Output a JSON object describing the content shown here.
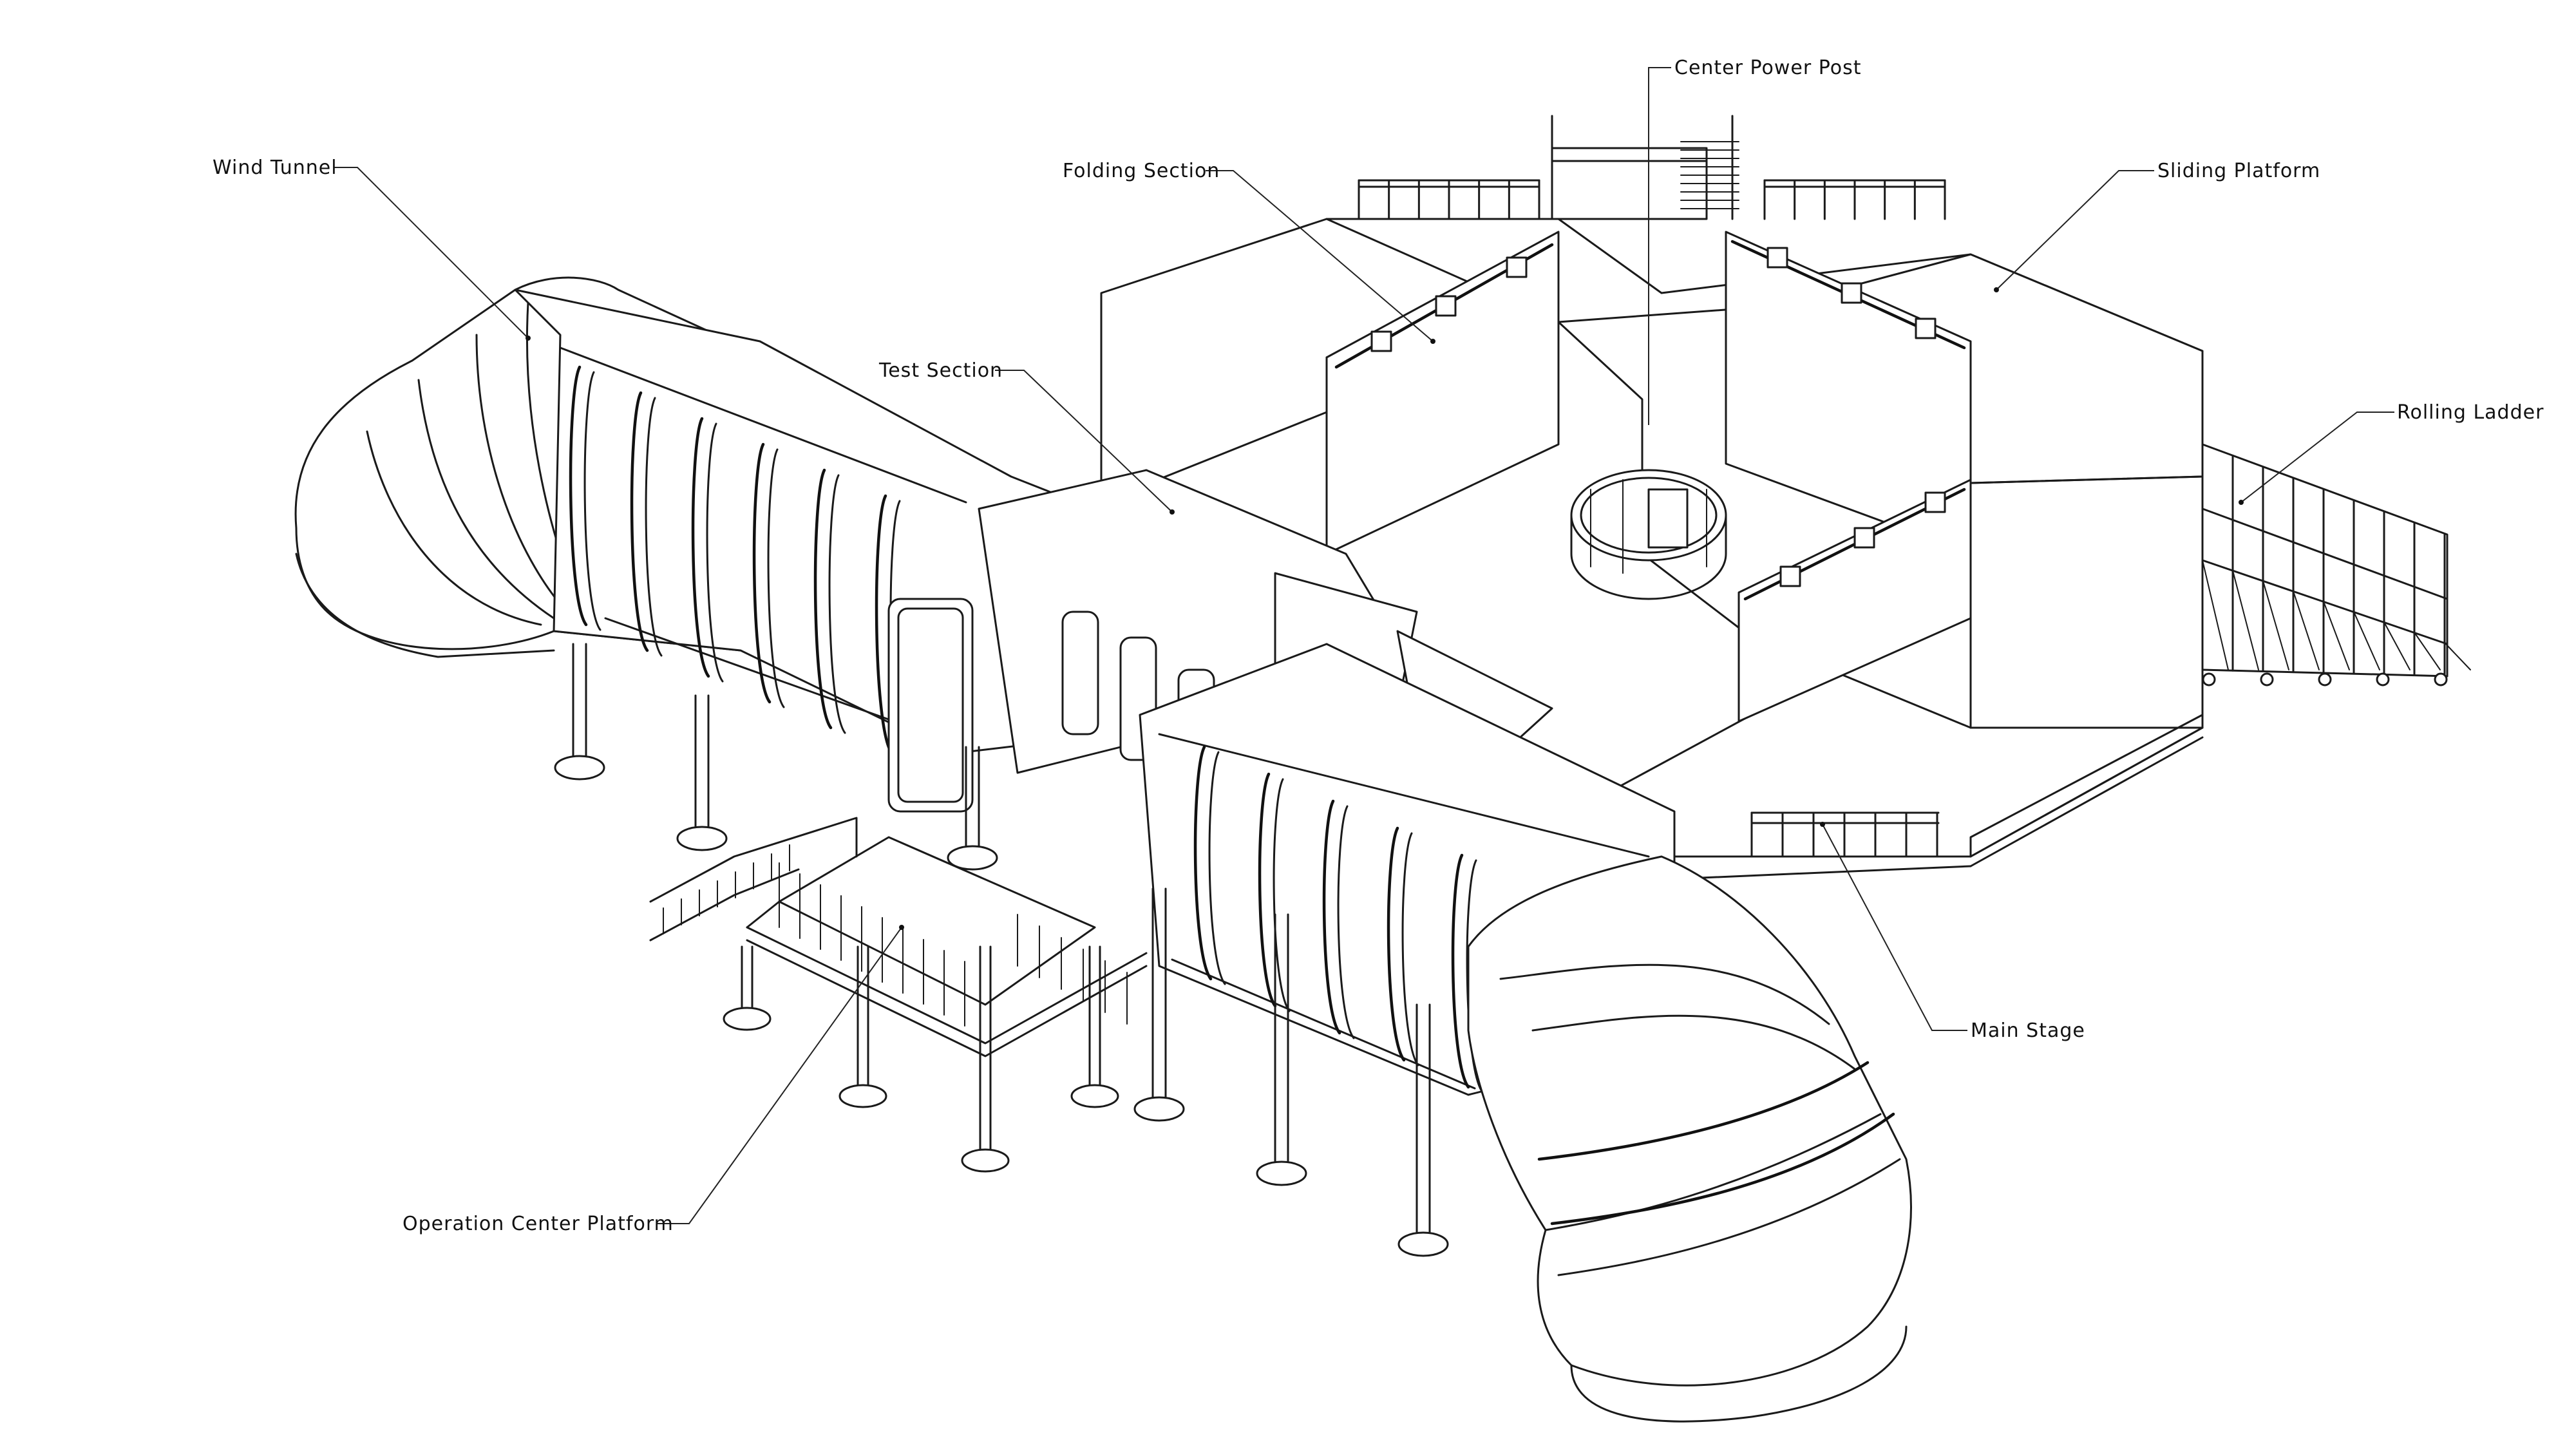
{
  "labels": {
    "wind_tunnel": "Wind Tunnel",
    "folding_section": "Folding Section",
    "center_power_post": "Center Power Post",
    "sliding_platform": "Sliding Platform",
    "test_section": "Test Section",
    "rolling_ladder": "Rolling Ladder",
    "main_stage": "Main Stage",
    "operation_center_platform": "Operation Center Platform"
  },
  "colors": {
    "line": "#1a1a1a",
    "background": "#ffffff"
  }
}
